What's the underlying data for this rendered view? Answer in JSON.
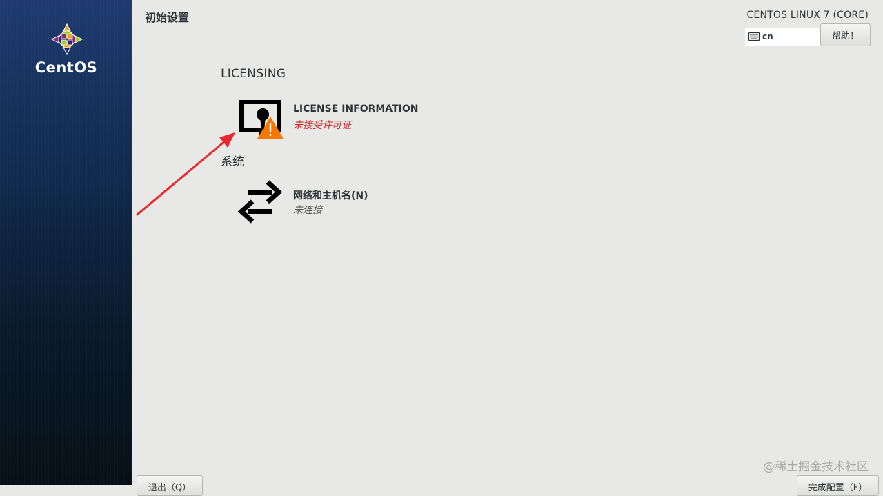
{
  "sidebar": {
    "logo_text": "CentOS",
    "logo_icon": "centos-logo-icon"
  },
  "header": {
    "title": "初始设置",
    "os_name": "CENTOS LINUX 7 (CORE)",
    "keyboard_layout": "cn",
    "keyboard_icon": "keyboard-icon",
    "help_label": "帮助！"
  },
  "hub": {
    "categories": [
      {
        "title": "LICENSING",
        "spokes": [
          {
            "title": "LICENSE INFORMATION",
            "status": "未接受许可证",
            "icon": "license-warning-icon"
          }
        ]
      },
      {
        "title": "系统",
        "spokes": [
          {
            "title": "网络和主机名(N)",
            "status": "未连接",
            "icon": "network-arrows-icon"
          }
        ]
      }
    ]
  },
  "footer": {
    "quit_label": "退出（Q）",
    "finish_label": "完成配置（F）"
  },
  "watermark": "@稀土掘金技术社区",
  "colors": {
    "background": "#e8e8e7",
    "sidebar_top": "#1e3b70",
    "sidebar_bottom": "#061016",
    "warning_status": "#cc2121",
    "warning_badge": "#f57900",
    "annotation_arrow": "#e8262c"
  }
}
